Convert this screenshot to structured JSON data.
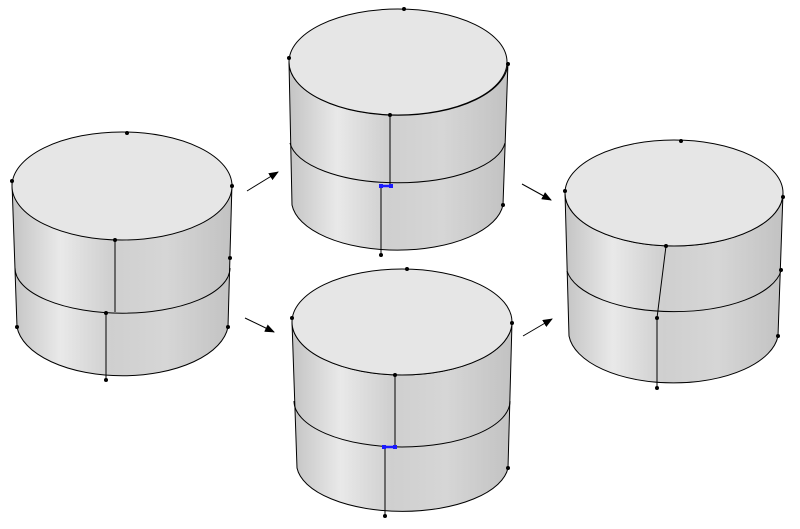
{
  "diagram": {
    "background_color": "#ffffff",
    "stroke_color": "#000000",
    "highlight_color": "#1a1aff",
    "cylinders": [
      {
        "role": "original-stacked-cylinders",
        "highlighted_vertices": false
      },
      {
        "role": "variant-top",
        "highlighted_vertices": true
      },
      {
        "role": "variant-bottom",
        "highlighted_vertices": true
      },
      {
        "role": "merged-result",
        "highlighted_vertices": false
      }
    ],
    "arrows": [
      {
        "from": "original-stacked-cylinders",
        "to": "variant-top"
      },
      {
        "from": "original-stacked-cylinders",
        "to": "variant-bottom"
      },
      {
        "from": "variant-top",
        "to": "merged-result"
      },
      {
        "from": "variant-bottom",
        "to": "merged-result"
      }
    ]
  }
}
